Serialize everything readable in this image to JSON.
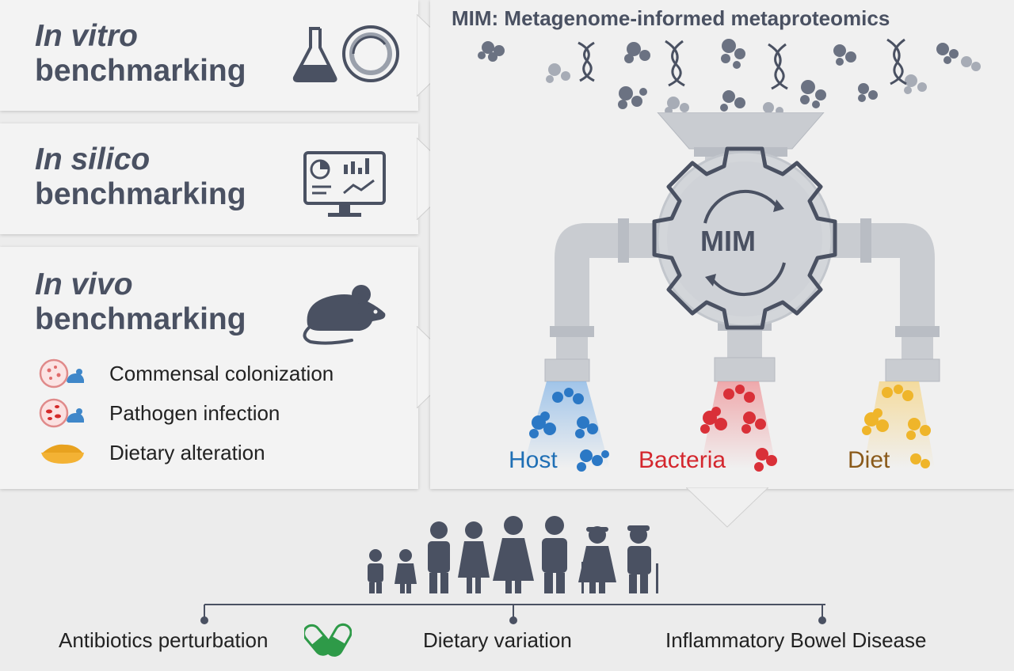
{
  "benchmarks": [
    {
      "italic": "In vitro",
      "rest": "benchmarking"
    },
    {
      "italic": "In silico",
      "rest": "benchmarking"
    },
    {
      "italic": "In vivo",
      "rest": "benchmarking"
    }
  ],
  "in_vivo_items": [
    {
      "label": "Commensal colonization",
      "icon": "petri-dish-mouse-icon"
    },
    {
      "label": "Pathogen infection",
      "icon": "pathogen-petri-mouse-icon"
    },
    {
      "label": "Dietary alteration",
      "icon": "food-bowl-icon"
    }
  ],
  "mim": {
    "title": "MIM: Metagenome-informed metaproteomics",
    "machine_label": "MIM",
    "outputs": [
      {
        "label": "Host",
        "color": "#1f6fb5"
      },
      {
        "label": "Bacteria",
        "color": "#d4272e"
      },
      {
        "label": "Diet",
        "color": "#8a5a1a"
      }
    ]
  },
  "applications": [
    {
      "label": "Antibiotics perturbation",
      "icon": "capsule-icon"
    },
    {
      "label": "Dietary variation",
      "icon": ""
    },
    {
      "label": "Inflammatory Bowel Disease",
      "icon": ""
    }
  ],
  "colors": {
    "slate": "#4a5162",
    "host": "#2b78c5",
    "bacteria": "#d93038",
    "diet": "#efb52a",
    "pipe": "#c9ccd1"
  }
}
